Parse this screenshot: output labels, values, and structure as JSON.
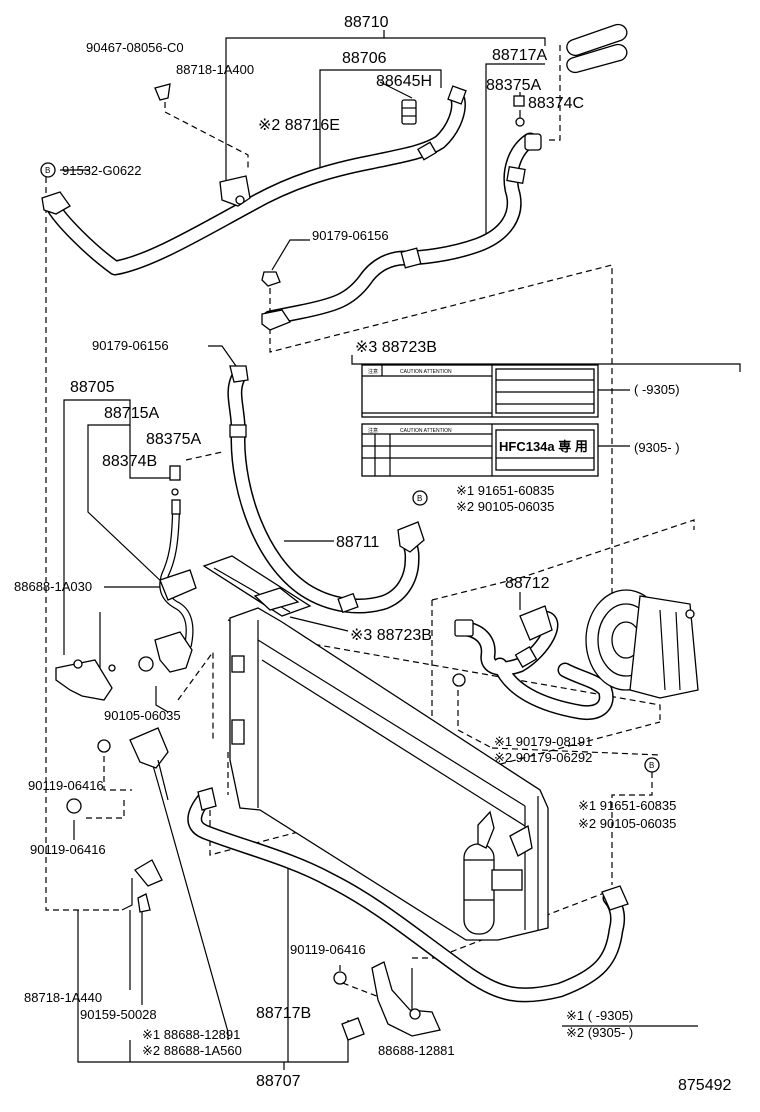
{
  "labels": {
    "p88710": "88710",
    "p90467": "90467-08056-C0",
    "p88718_1a400": "88718-1A400",
    "p88706": "88706",
    "p88645h": "88645H",
    "p88716e": "※2 88716E",
    "p88717a": "88717A",
    "p88375a_top": "88375A",
    "p88374c": "88374C",
    "p91532": "91532-G0622",
    "p90179_a": "90179-06156",
    "p90179_b": "90179-06156",
    "p88723b_top": "※3 88723B",
    "p88705": "88705",
    "p88715a": "88715A",
    "p88375a_mid": "88375A",
    "p88374b": "88374B",
    "p91651_a1": "※1 91651-60835",
    "p90105_a2": "※2 90105-06035",
    "p88711": "88711",
    "p88688_1a030": "88688-1A030",
    "p88712": "88712",
    "p88723b_mid": "※3 88723B",
    "p90105_06035": "90105-06035",
    "p90179_08191": "※1 90179-08191",
    "p90179_06292": "※2 90179-06292",
    "p90119_a": "90119-06416",
    "p91651_b1": "※1 91651-60835",
    "p90105_b2": "※2 90105-06035",
    "p90119_b": "90119-06416",
    "p90119_c": "90119-06416",
    "p88718_1a440": "88718-1A440",
    "p90159": "90159-50028",
    "p88717b": "88717B",
    "p88688_12891": "※1  88688-12891",
    "p88688_1a560": "※2  88688-1A560",
    "p88688_12881": "88688-12881",
    "p88707": "88707",
    "range1": "(          -9305)",
    "range2": "(9305-          )",
    "legend1": "※1  (          -9305)",
    "legend2": "※2  (9305-          )",
    "diagram_id": "875492",
    "bmark": "B"
  },
  "label_sheet": {
    "caution": "CAUTION  ATTENTION",
    "kanji": "注意",
    "hfc": "HFC134a 専 用"
  }
}
